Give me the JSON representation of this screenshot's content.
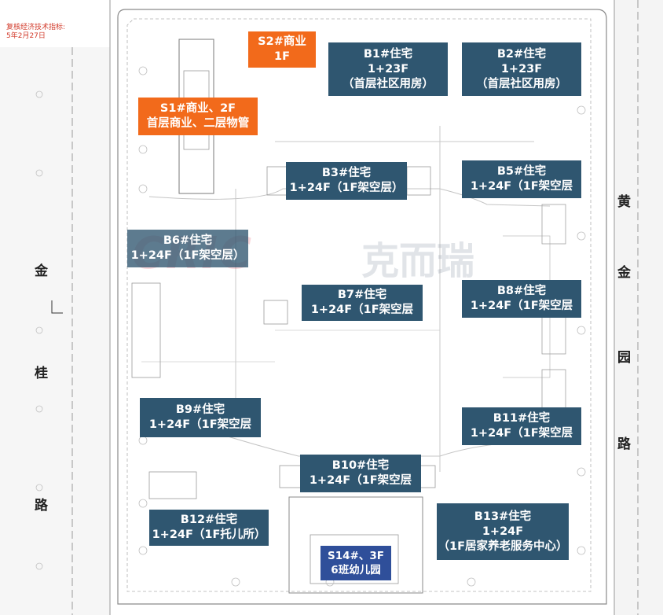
{
  "corner_note": {
    "line1": "复核经济技术指标:",
    "line2": "5年2月27日"
  },
  "watermark": {
    "logo": "CRIC",
    "brand": "克而瑞"
  },
  "roads": {
    "left": [
      "金",
      "桂",
      "路"
    ],
    "right": [
      "黄",
      "金",
      "园",
      "路"
    ]
  },
  "buildings": [
    {
      "id": "s2",
      "lines": [
        "S2#商业",
        "1F"
      ],
      "kind": "commercial"
    },
    {
      "id": "s1",
      "lines": [
        "S1#商业、2F",
        "首层商业、二层物管"
      ],
      "kind": "commercial"
    },
    {
      "id": "b1",
      "lines": [
        "B1#住宅",
        "1+23F",
        "（首层社区用房）"
      ],
      "kind": "residential"
    },
    {
      "id": "b2",
      "lines": [
        "B2#住宅",
        "1+23F",
        "（首层社区用房）"
      ],
      "kind": "residential"
    },
    {
      "id": "b3",
      "lines": [
        "B3#住宅",
        "1+24F（1F架空层）"
      ],
      "kind": "residential"
    },
    {
      "id": "b5",
      "lines": [
        "B5#住宅",
        "1+24F（1F架空层"
      ],
      "kind": "residential"
    },
    {
      "id": "b6",
      "lines": [
        "B6#住宅",
        "1+24F（1F架空层）"
      ],
      "kind": "residential"
    },
    {
      "id": "b7",
      "lines": [
        "B7#住宅",
        "1+24F（1F架空层"
      ],
      "kind": "residential"
    },
    {
      "id": "b8",
      "lines": [
        "B8#住宅",
        "1+24F（1F架空层"
      ],
      "kind": "residential"
    },
    {
      "id": "b9",
      "lines": [
        "B9#住宅",
        "1+24F（1F架空层"
      ],
      "kind": "residential"
    },
    {
      "id": "b10",
      "lines": [
        "B10#住宅",
        "1+24F（1F架空层"
      ],
      "kind": "residential"
    },
    {
      "id": "b11",
      "lines": [
        "B11#住宅",
        "1+24F（1F架空层"
      ],
      "kind": "residential"
    },
    {
      "id": "b12",
      "lines": [
        "B12#住宅",
        "1+24F（1F托儿所）"
      ],
      "kind": "residential"
    },
    {
      "id": "b13",
      "lines": [
        "B13#住宅",
        "1+24F",
        "（1F居家养老服务中心）"
      ],
      "kind": "residential"
    },
    {
      "id": "s14",
      "lines": [
        "S14#、3F",
        "6班幼儿园"
      ],
      "kind": "kindergarten"
    }
  ]
}
